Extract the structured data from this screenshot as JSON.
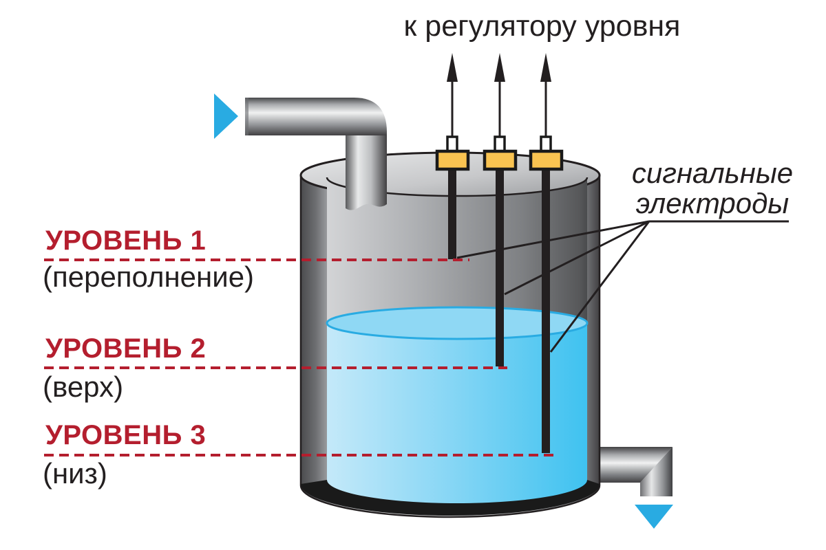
{
  "header": {
    "to_regulator_label": "к регулятору уровня"
  },
  "electrode_callout": {
    "line1": "сигнальные",
    "line2": "электроды"
  },
  "levels": [
    {
      "name": "УРОВЕНЬ 1",
      "description": "(переполнение)"
    },
    {
      "name": "УРОВЕНЬ 2",
      "description": "(верх)"
    },
    {
      "name": "УРОВЕНЬ 3",
      "description": "(низ)"
    }
  ],
  "electrodes": {
    "count": "3"
  },
  "colors": {
    "level_line_red": "#B41E2E",
    "flow_arrow_blue": "#29ABE2",
    "water_surface": "#8FD8F4",
    "water_surface_stroke": "#29ABE2",
    "water_body_light": "#C4E9F9",
    "water_body_dark": "#3FC2F0",
    "electrode_cap_yellow": "#F9C351",
    "line_black": "#231F20"
  }
}
